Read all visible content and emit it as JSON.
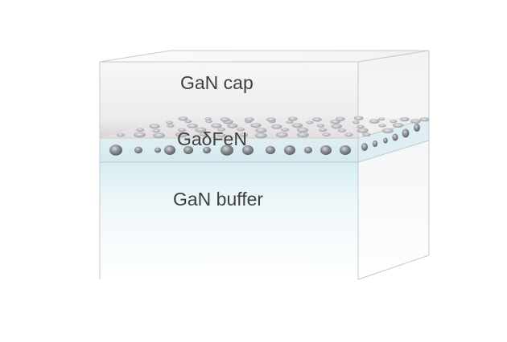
{
  "diagram": {
    "layers": {
      "cap": {
        "label": "GaN cap"
      },
      "delta": {
        "label": "GaδFeN"
      },
      "buffer": {
        "label": "GaN buffer"
      }
    },
    "colors": {
      "cap_fill": "#f6f6f7",
      "delta_fill": "#ddeef1",
      "buffer_fill_top": "#d7eef3",
      "buffer_fill_bottom": "#ffffff",
      "edge": "#c4c8cc",
      "precipitate": "#8a8d92",
      "text": "#3f3f3f"
    }
  }
}
